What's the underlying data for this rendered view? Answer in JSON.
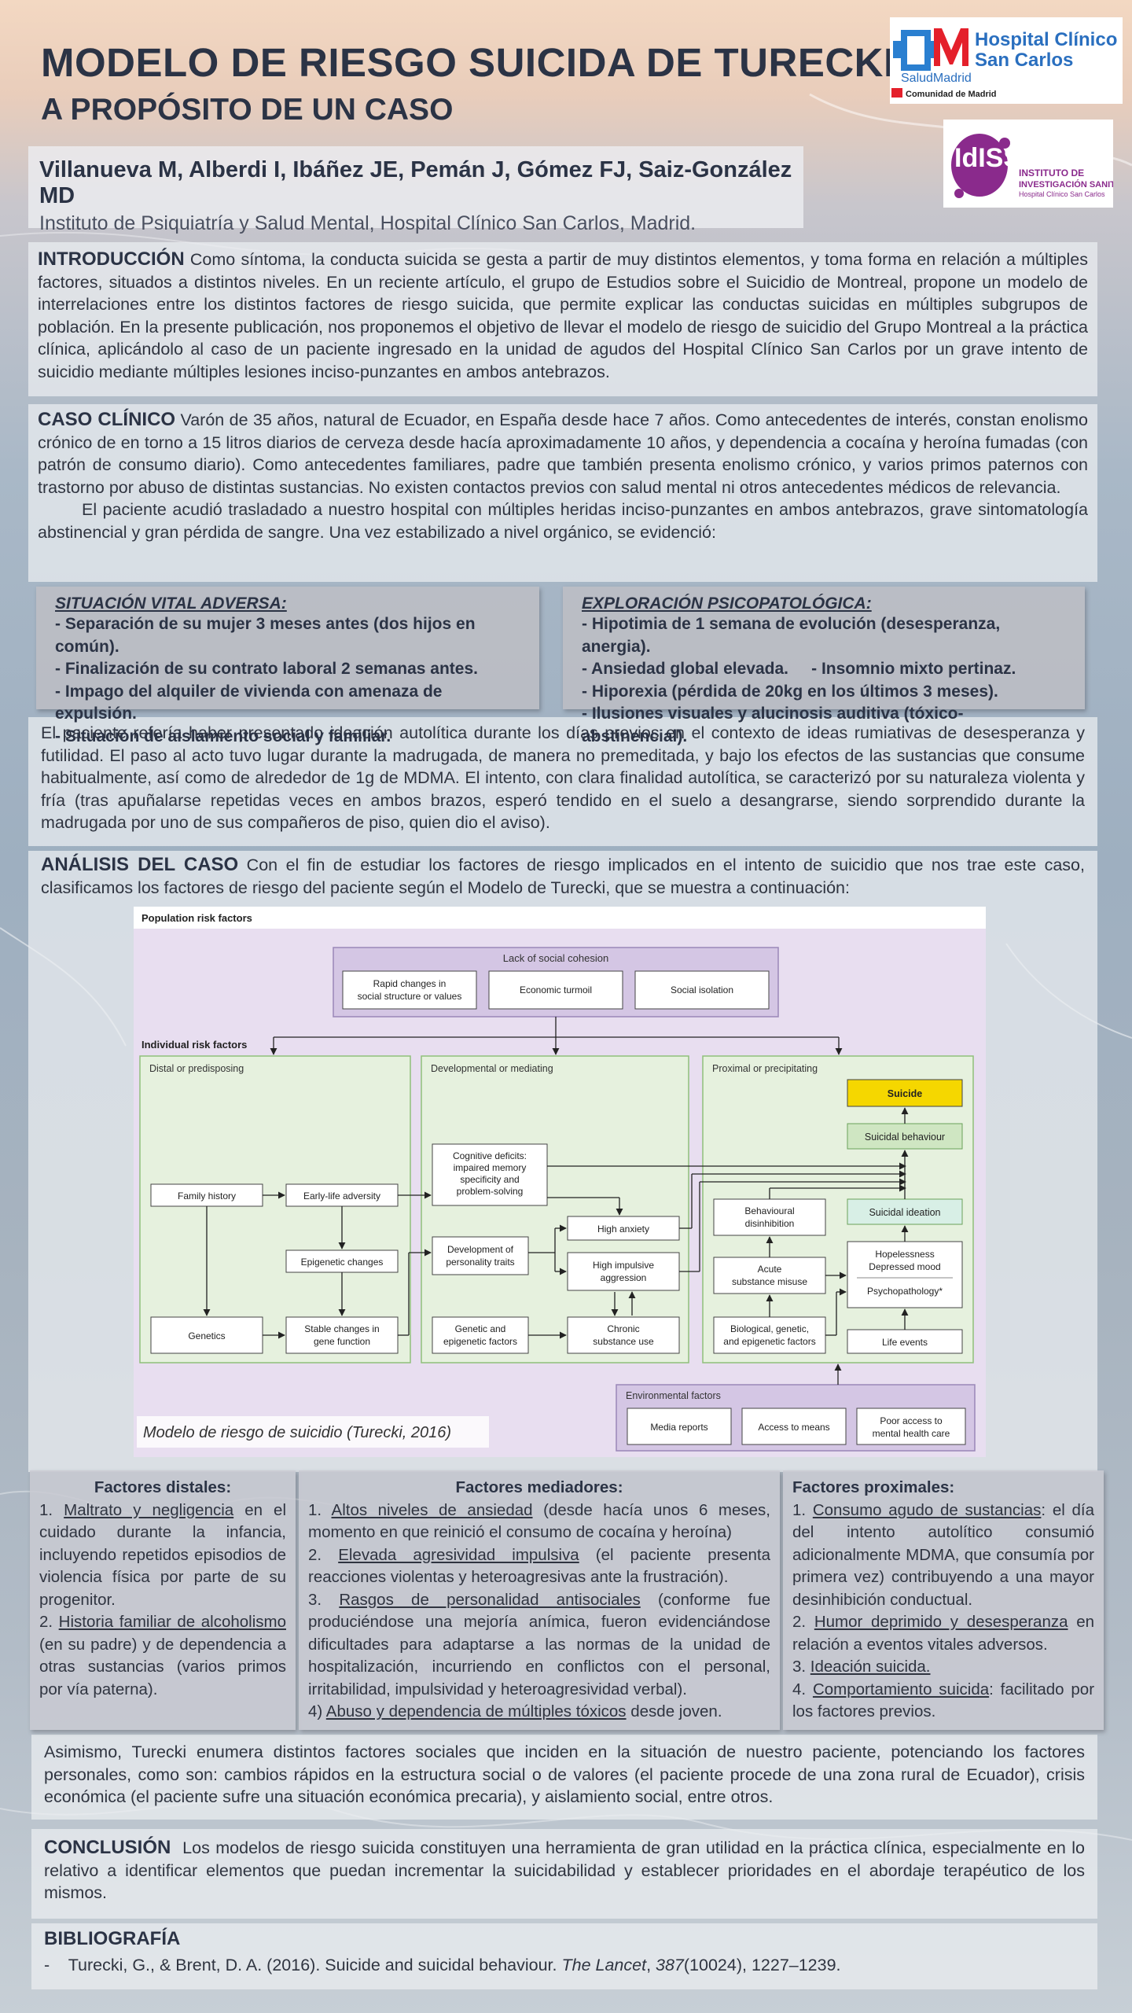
{
  "header": {
    "title": "MODELO DE RIESGO SUICIDA DE TURECKI",
    "subtitle": "A PROPÓSITO DE UN CASO",
    "authors": "Villanueva M, Alberdi I, Ibáñez JE, Pemán J, Gómez FJ, Saiz-González MD",
    "affiliation": "Instituto de Psiquiatría y Salud Mental, Hospital Clínico San Carlos, Madrid."
  },
  "logos": {
    "hospital_line1": "Hospital Clínico",
    "hospital_line2": "San Carlos",
    "salud": "SaludMadrid",
    "comunidad": "Comunidad de Madrid",
    "idissc": "IdISSC",
    "idissc_sub1": "INSTITUTO DE",
    "idissc_sub2": "INVESTIGACIÓN SANITARIA",
    "idissc_sub3": "Hospital Clínico San Carlos"
  },
  "intro": {
    "heading": "INTRODUCCIÓN",
    "text": "Como síntoma, la conducta suicida se gesta a partir de muy distintos elementos, y toma forma en relación a múltiples factores, situados a distintos niveles. En un reciente artículo, el grupo de Estudios sobre el Suicidio de Montreal, propone un modelo de interrelaciones entre los distintos factores de riesgo suicida, que permite explicar las conductas suicidas en múltiples subgrupos de población. En la presente publicación, nos proponemos el objetivo de llevar el modelo de riesgo de suicidio del Grupo Montreal a la práctica clínica, aplicándolo al caso de un paciente ingresado en la unidad de agudos del Hospital Clínico San Carlos por un grave intento de suicidio mediante múltiples lesiones inciso-punzantes en ambos antebrazos."
  },
  "caso": {
    "heading": "CASO CLÍNICO",
    "text1": "Varón de 35 años, natural de Ecuador, en España desde hace 7 años. Como antecedentes de interés, constan enolismo crónico de en torno a 15 litros diarios de cerveza desde hacía aproximadamente 10 años, y dependencia a cocaína y heroína fumadas (con patrón de consumo diario). Como antecedentes familiares, padre que también presenta enolismo crónico, y varios primos paternos con trastorno por abuso de distintas sustancias. No existen contactos previos con salud mental ni otros antecedentes médicos de relevancia.",
    "text2": "El paciente acudió trasladado a nuestro hospital con múltiples heridas inciso-punzantes en ambos antebrazos, grave sintomatología abstinencial y gran pérdida de sangre. Una vez estabilizado a nivel orgánico, se evidenció:"
  },
  "situacion": {
    "title": "SITUACIÓN VITAL ADVERSA:",
    "items": [
      "- Separación de su mujer 3 meses antes (dos hijos en común).",
      "- Finalización de su contrato laboral 2 semanas antes.",
      "- Impago del alquiler de vivienda con amenaza de expulsión.",
      "- Situación de aislamiento social y familiar."
    ]
  },
  "exploracion": {
    "title": "EXPLORACIÓN PSICOPATOLÓGICA:",
    "items": [
      "- Hipotimia de 1 semana de evolución (desesperanza, anergia).",
      "- Ansiedad global elevada.     - Insomnio mixto pertinaz.",
      "- Hiporexia (pérdida de 20kg en los últimos 3 meses).",
      "- Ilusiones visuales y alucinosis auditiva (tóxico-abstinencial)."
    ]
  },
  "relato": "El paciente refería haber presentado ideación autolítica durante los días previos en el contexto de ideas rumiativas de desesperanza y futilidad. El paso al acto tuvo lugar durante la madrugada, de manera no premeditada, y bajo los efectos de las sustancias que consume habitualmente, así como de alrededor de 1g de MDMA. El intento, con clara finalidad autolítica, se caracterizó por su naturaleza violenta y fría (tras apuñalarse repetidas veces en ambos brazos, esperó tendido en el suelo a desangrarse, siendo sorprendido durante la madrugada por uno de sus compañeros de piso, quien dio el aviso).",
  "analisis": {
    "heading": "ANÁLISIS DEL CASO",
    "text": "Con el fin de estudiar los factores de riesgo implicados en el intento de suicidio que nos trae este caso, clasificamos los factores de riesgo del paciente según el Modelo de Turecki, que se muestra a continuación:"
  },
  "figure": {
    "population": "Population risk factors",
    "lack": "Lack of social cohesion",
    "rapid1": "Rapid changes in",
    "rapid2": "social structure or values",
    "economic": "Economic turmoil",
    "isolation": "Social isolation",
    "individual": "Individual risk factors",
    "distal": "Distal or predisposing",
    "developmental": "Developmental or mediating",
    "proximal": "Proximal or precipitating",
    "family": "Family history",
    "early": "Early-life adversity",
    "epigenetic": "Epigenetic changes",
    "genetics": "Genetics",
    "stable1": "Stable changes in",
    "stable2": "gene function",
    "cog1": "Cognitive deficits:",
    "cog2": "impaired memory",
    "cog3": "specificity and",
    "cog4": "problem-solving",
    "dev1": "Development of",
    "dev2": "personality traits",
    "gen1": "Genetic and",
    "gen2": "epigenetic factors",
    "anxiety": "High anxiety",
    "imp1": "High impulsive",
    "imp2": "aggression",
    "chr1": "Chronic",
    "chr2": "substance use",
    "suicide": "Suicide",
    "behaviour": "Suicidal behaviour",
    "ideation": "Suicidal ideation",
    "bd1": "Behavioural",
    "bd2": "disinhibition",
    "as1": "Acute",
    "as2": "substance misuse",
    "hope1": "Hopelessness",
    "hope2": "Depressed mood",
    "psycho": "Psychopathology*",
    "bio1": "Biological, genetic,",
    "bio2": "and epigenetic factors",
    "life": "Life events",
    "env": "Environmental factors",
    "media": "Media reports",
    "access": "Access to means",
    "poor1": "Poor access to",
    "poor2": "mental health care",
    "caption": "Modelo de riesgo de suicidio (Turecki, 2016)"
  },
  "factores": {
    "distales_title": "Factores distales:",
    "mediadores_title": "Factores mediadores:",
    "proximales_title": "Factores proximales:"
  },
  "asimismo": "Asimismo, Turecki enumera distintos factores sociales que inciden en la situación de nuestro paciente, potenciando los factores personales, como son: cambios rápidos en la estructura social o de valores (el paciente procede de una zona rural de Ecuador), crisis económica (el paciente sufre una situación económica precaria), y aislamiento social, entre otros.",
  "conclusion": {
    "heading": "CONCLUSIÓN",
    "text": "Los modelos de riesgo suicida constituyen una herramienta de gran utilidad en la práctica clínica, especialmente en lo relativo a identificar elementos que puedan incrementar la suicidabilidad y establecer prioridades en el abordaje terapéutico de los mismos."
  },
  "biblio": {
    "heading": "BIBLIOGRAFÍA",
    "dash": "-",
    "ref_a": "Turecki, G., & Brent, D. A. (2016). Suicide and suicidal behaviour. ",
    "ref_journal": "The Lancet",
    "ref_b": ", ",
    "ref_vol": "387",
    "ref_c": "(10024), 1227–1239."
  }
}
